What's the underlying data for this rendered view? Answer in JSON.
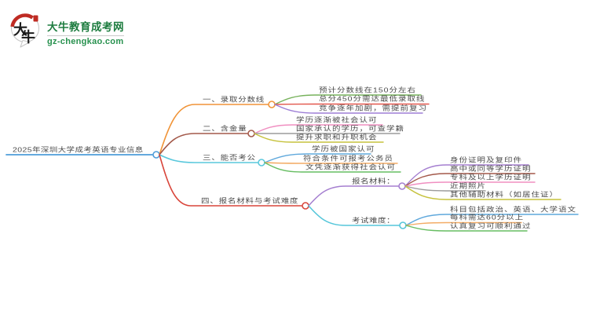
{
  "logo": {
    "title": "大牛教育成考网",
    "domain": "gz-chengkao.com",
    "badge_char_1": "大",
    "badge_char_2": "牛",
    "brand_green": "#1d7c3f",
    "badge_red": "#bf2b23"
  },
  "mindmap": {
    "root": {
      "label": "2025年深圳大学成考英语专业信息",
      "color": "#4f9dd9"
    },
    "branches": [
      {
        "label": "一、录取分数线",
        "color": "#f09438",
        "children": [
          {
            "label": "预计分数线在150分左右",
            "color": "#77b25c"
          },
          {
            "label": "总分450分需达最低录取线",
            "color": "#e2574c"
          },
          {
            "label": "竞争逐年加剧，需提前复习",
            "color": "#9d7ed6"
          }
        ]
      },
      {
        "label": "二、含金量",
        "color": "#a3594a",
        "children": [
          {
            "label": "学历逐渐被社会认可",
            "color": "#f08fc1"
          },
          {
            "label": "国家承认的学历，可查学籍",
            "color": "#9b9b9b"
          },
          {
            "label": "提升求职和升职机会",
            "color": "#c6c23d"
          }
        ]
      },
      {
        "label": "三、能否考公",
        "color": "#59c8dc",
        "children": [
          {
            "label": "学历被国家认可",
            "color": "#5fa8dc"
          },
          {
            "label": "符合条件可报考公务员",
            "color": "#f3ac66"
          },
          {
            "label": "文凭逐渐获得社会认可",
            "color": "#67bd62"
          }
        ]
      },
      {
        "label": "四、报名材料与考试难度",
        "color": "#d9453a",
        "children": [
          {
            "label": "报名材料：",
            "color": "#a57fd0",
            "children": [
              {
                "label": "身份证明及复印件",
                "color": "#a57fd0"
              },
              {
                "label": "高中或同等学历证明",
                "color": "#a3594a"
              },
              {
                "label": "专科及以上学历证明",
                "color": "#f08fc1"
              },
              {
                "label": "近期照片",
                "color": "#9b9b9b"
              },
              {
                "label": "其他辅助材料（如居住证）",
                "color": "#c6c23d"
              }
            ]
          },
          {
            "label": "考试难度：",
            "color": "#55c6da",
            "children": [
              {
                "label": "科目包括政治、英语、大学语文",
                "color": "#5fa8dc"
              },
              {
                "label": "每科需达60分以上",
                "color": "#f3ac66"
              },
              {
                "label": "认真复习可顺利通过",
                "color": "#67bd62"
              }
            ]
          }
        ]
      }
    ]
  }
}
